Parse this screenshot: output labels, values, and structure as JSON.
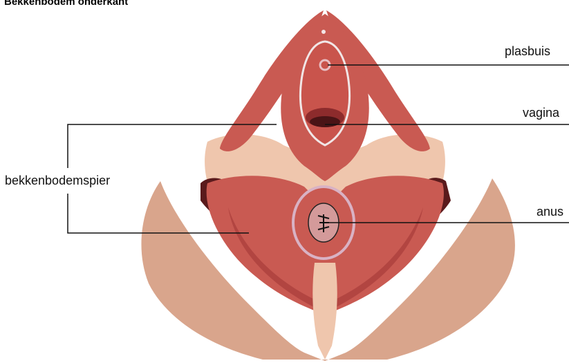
{
  "title": "Bekkenbodem onderkant",
  "labels": {
    "urethra": "plasbuis",
    "vagina": "vagina",
    "anus": "anus",
    "pelvic_floor_muscles": "bekkenbodemspier"
  },
  "colors": {
    "skin": "#d9a58c",
    "skin_light": "#efc6ad",
    "muscle": "#c95a52",
    "muscle_dark": "#a83c3b",
    "muscle_deep": "#5a1a1c",
    "sphincter_ring": "#d9b2c4",
    "line": "#111111"
  }
}
